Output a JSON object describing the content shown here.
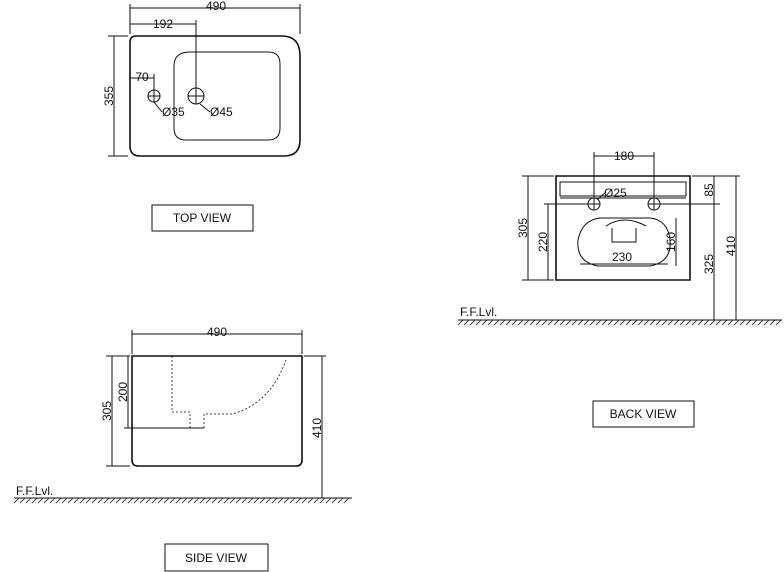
{
  "views": {
    "top": {
      "title": "TOP VIEW",
      "dims": {
        "width": "490",
        "tap_offset": "192",
        "hole_offset": "70",
        "depth": "355",
        "hole_small": "Ø35",
        "hole_large": "Ø45"
      }
    },
    "back": {
      "title": "BACK VIEW",
      "dims": {
        "fixing_spacing": "180",
        "fixing_hole": "Ø25",
        "top_to_fixing": "85",
        "height": "305",
        "outlet_height": "220",
        "outlet_opening": "160",
        "outlet_width": "230",
        "fixing_from_floor": "325",
        "rim_height": "410"
      },
      "floor_label": "F.F.Lvl."
    },
    "side": {
      "title": "SIDE VIEW",
      "dims": {
        "width": "490",
        "height": "305",
        "outlet_height": "200",
        "rim_height": "410"
      },
      "floor_label": "F.F.Lvl."
    }
  }
}
